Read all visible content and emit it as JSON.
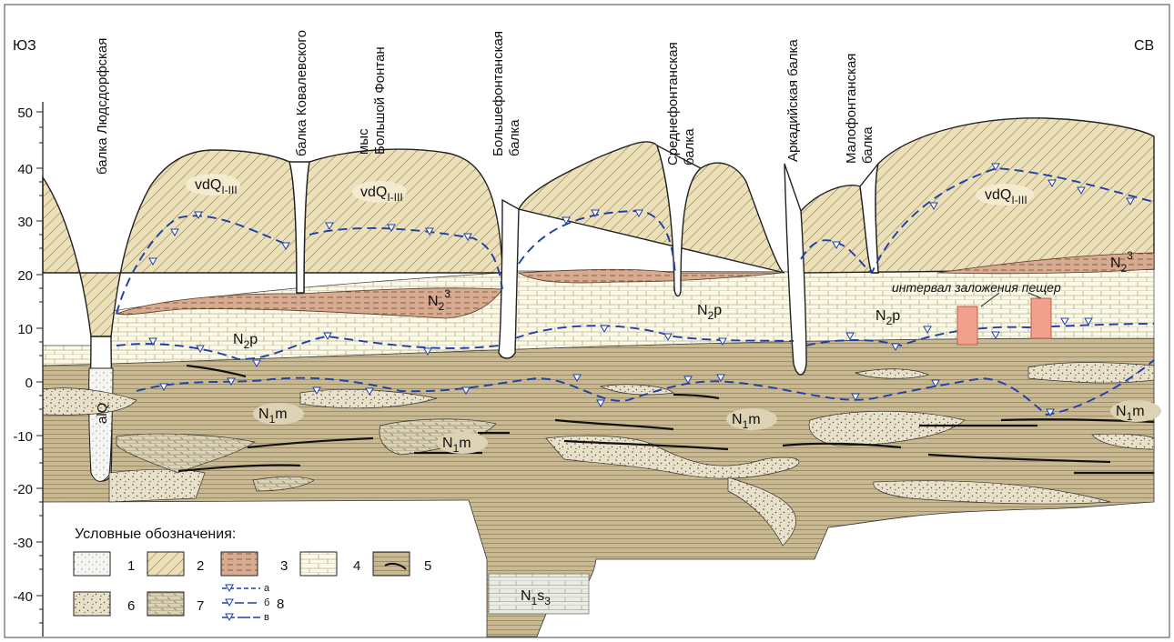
{
  "directions": {
    "left": "ЮЗ",
    "right": "СВ"
  },
  "y_axis": {
    "ticks": [
      "50",
      "40",
      "30",
      "20",
      "10",
      "0",
      "-10",
      "-20",
      "-30",
      "-40"
    ]
  },
  "gully_labels": [
    "балка Людсдорфская",
    "балка Ковалевского",
    "мыс",
    "Большой Фонтан",
    "Большефонтанская",
    "балка",
    "Среднефонтанская",
    "балка",
    "Аркадийская балка",
    "Малофонтанская",
    "балка"
  ],
  "units": {
    "vdQ_1": "vdQ",
    "vdQ_1_sub": "I-III",
    "vdQ_2": "vdQ",
    "vdQ_2_sub": "I-III",
    "vdQ_3": "vdQ",
    "vdQ_3_sub": "I-III",
    "n2_3a": "N",
    "n2_3a_sub": "2",
    "n2_3a_sup": "3",
    "n2_3b": "N",
    "n2_3b_sub": "2",
    "n2_3b_sup": "3",
    "n2p_1": "N",
    "n2p_1_sub": "2",
    "n2p_1_tail": "p",
    "n2p_2": "N",
    "n2p_2_sub": "2",
    "n2p_2_tail": "p",
    "n2p_3": "N",
    "n2p_3_sub": "2",
    "n2p_3_tail": "p",
    "n1m_1": "N",
    "n1m_1_sub": "1",
    "n1m_1_tail": "m",
    "n1m_2": "N",
    "n1m_2_sub": "1",
    "n1m_2_tail": "m",
    "n1m_3": "N",
    "n1m_3_sub": "1",
    "n1m_3_tail": "m",
    "n1m_4": "N",
    "n1m_4_sub": "1",
    "n1m_4_tail": "m",
    "alq": "alQ",
    "n1s3": "N",
    "n1s3_sub": "1",
    "n1s3_tail": "s",
    "n1s3_sub2": "3"
  },
  "cave_label": "интервал заложения пещер",
  "legend": {
    "title": "Условные обозначения:",
    "items": [
      "1",
      "2",
      "3",
      "4",
      "5",
      "6",
      "7",
      "8"
    ],
    "sub": [
      "а",
      "б",
      "в"
    ]
  },
  "colors": {
    "loess": "#ece0b9",
    "red_clay": "#d7ae92",
    "limestone": "#fcfae6",
    "clay": "#c8b893",
    "sand": "#e7dfc9",
    "water_line": "#1e3fa8",
    "cave": "#f0a08c"
  }
}
